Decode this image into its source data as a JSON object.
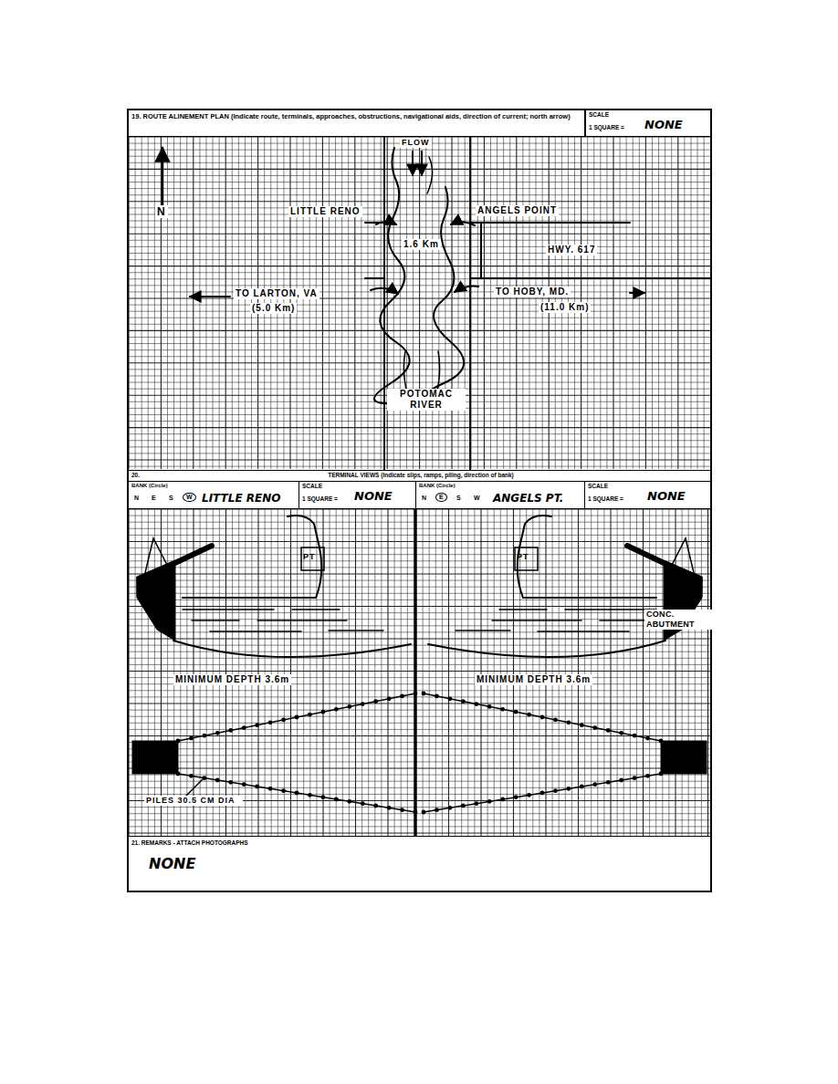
{
  "diagram": {
    "nodes": [
      {
        "text": [
          "19. ROUTE ALINEMENT PLAN (Indicate route, terminals, approaches, obstructions, navigational aids, direction of current; north arrow)"
        ]
      },
      {
        "text": [
          "SCALE",
          "1 SQUARE =",
          "NONE"
        ]
      },
      {
        "text": [
          "20.",
          "TERMINAL VIEWS (Indicate slips, ramps, piling, direction of bank)"
        ]
      },
      {
        "text": [
          "BANK (Circle)",
          "N",
          "E",
          "S",
          "W",
          "LITTLE RENO"
        ]
      },
      {
        "text": [
          "SCALE",
          "1 SQUARE =",
          "NONE"
        ]
      },
      {
        "text": [
          "BANK (Circle)",
          "N",
          "E",
          "S",
          "W",
          "ANGELS PT."
        ]
      },
      {
        "text": [
          "SCALE",
          "1 SQUARE =",
          "NONE"
        ]
      },
      {
        "text": [
          "21. REMARKS - ATTACH PHOTOGRAPHS",
          "NONE"
        ]
      }
    ],
    "labels": [
      "N",
      "FLOW",
      "LITTLE RENO",
      "ANGELS POINT",
      "1.6 Km",
      "HWY. 617",
      "TO LARTON, VA",
      "(5.0 Km)",
      "TO HOBY, MD.",
      "(11.0 Km)",
      "POTOMAC RIVER",
      "PT",
      "PT",
      "MINIMUM DEPTH 3.6m",
      "MINIMUM DEPTH 3.6m",
      "PILES 30.5 CM DIA",
      "CONC. ABUTMENT"
    ]
  }
}
